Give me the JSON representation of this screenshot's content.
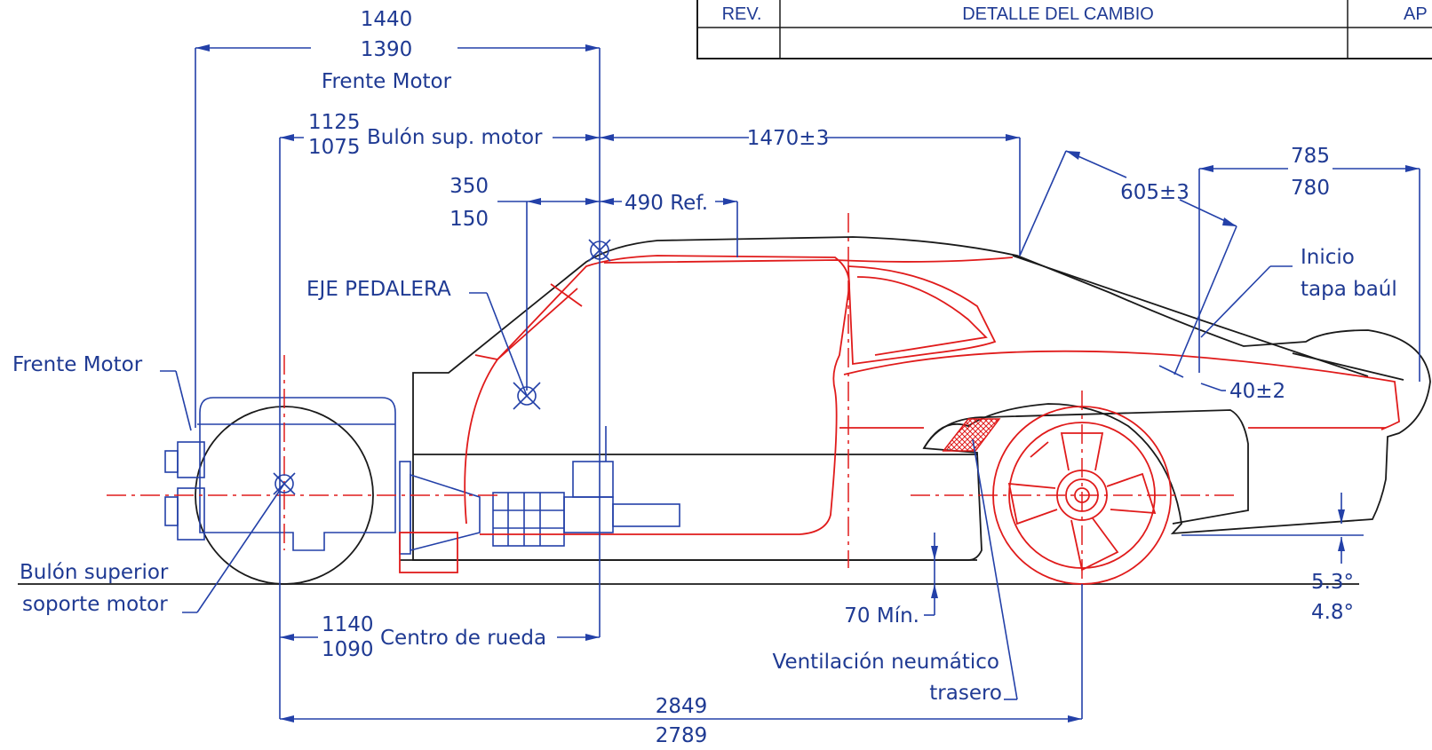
{
  "colors": {
    "dimension": "#1f3a93",
    "body_outline": "#1a1a1a",
    "cage": "#e01b1b",
    "background": "#ffffff"
  },
  "revision_table": {
    "headers": [
      "REV.",
      "DETALLE  DEL  CAMBIO",
      "AP"
    ]
  },
  "dimensions": {
    "engine_front_max": "1440",
    "engine_front_min": "1390",
    "engine_front_label": "Frente Motor",
    "upper_bolt_max": "1125",
    "upper_bolt_min": "1075",
    "upper_bolt_label": "Bulón sup. motor",
    "roof_length": "1470±3",
    "pedal_max": "350",
    "pedal_min": "150",
    "pedal_ref": "490 Ref.",
    "pedal_axis_label": "EJE PEDALERA",
    "rear_window": "605±3",
    "trunk_max": "785",
    "trunk_min": "780",
    "trunk_start_label_1": "Inicio",
    "trunk_start_label_2": "tapa baúl",
    "trunk_gap": "40±2",
    "engine_front_side_label": "Frente Motor",
    "bolt_support_label_1": "Bulón superior",
    "bolt_support_label_2": "soporte motor",
    "wheel_center_max": "1140",
    "wheel_center_min": "1090",
    "wheel_center_label": "Centro de rueda",
    "ground_clearance": "70 Mín.",
    "rear_angle_max": "5.3°",
    "rear_angle_min": "4.8°",
    "vent_label_1": "Ventilación neumático",
    "vent_label_2": "trasero",
    "wheelbase_max": "2849",
    "wheelbase_min": "2789"
  }
}
